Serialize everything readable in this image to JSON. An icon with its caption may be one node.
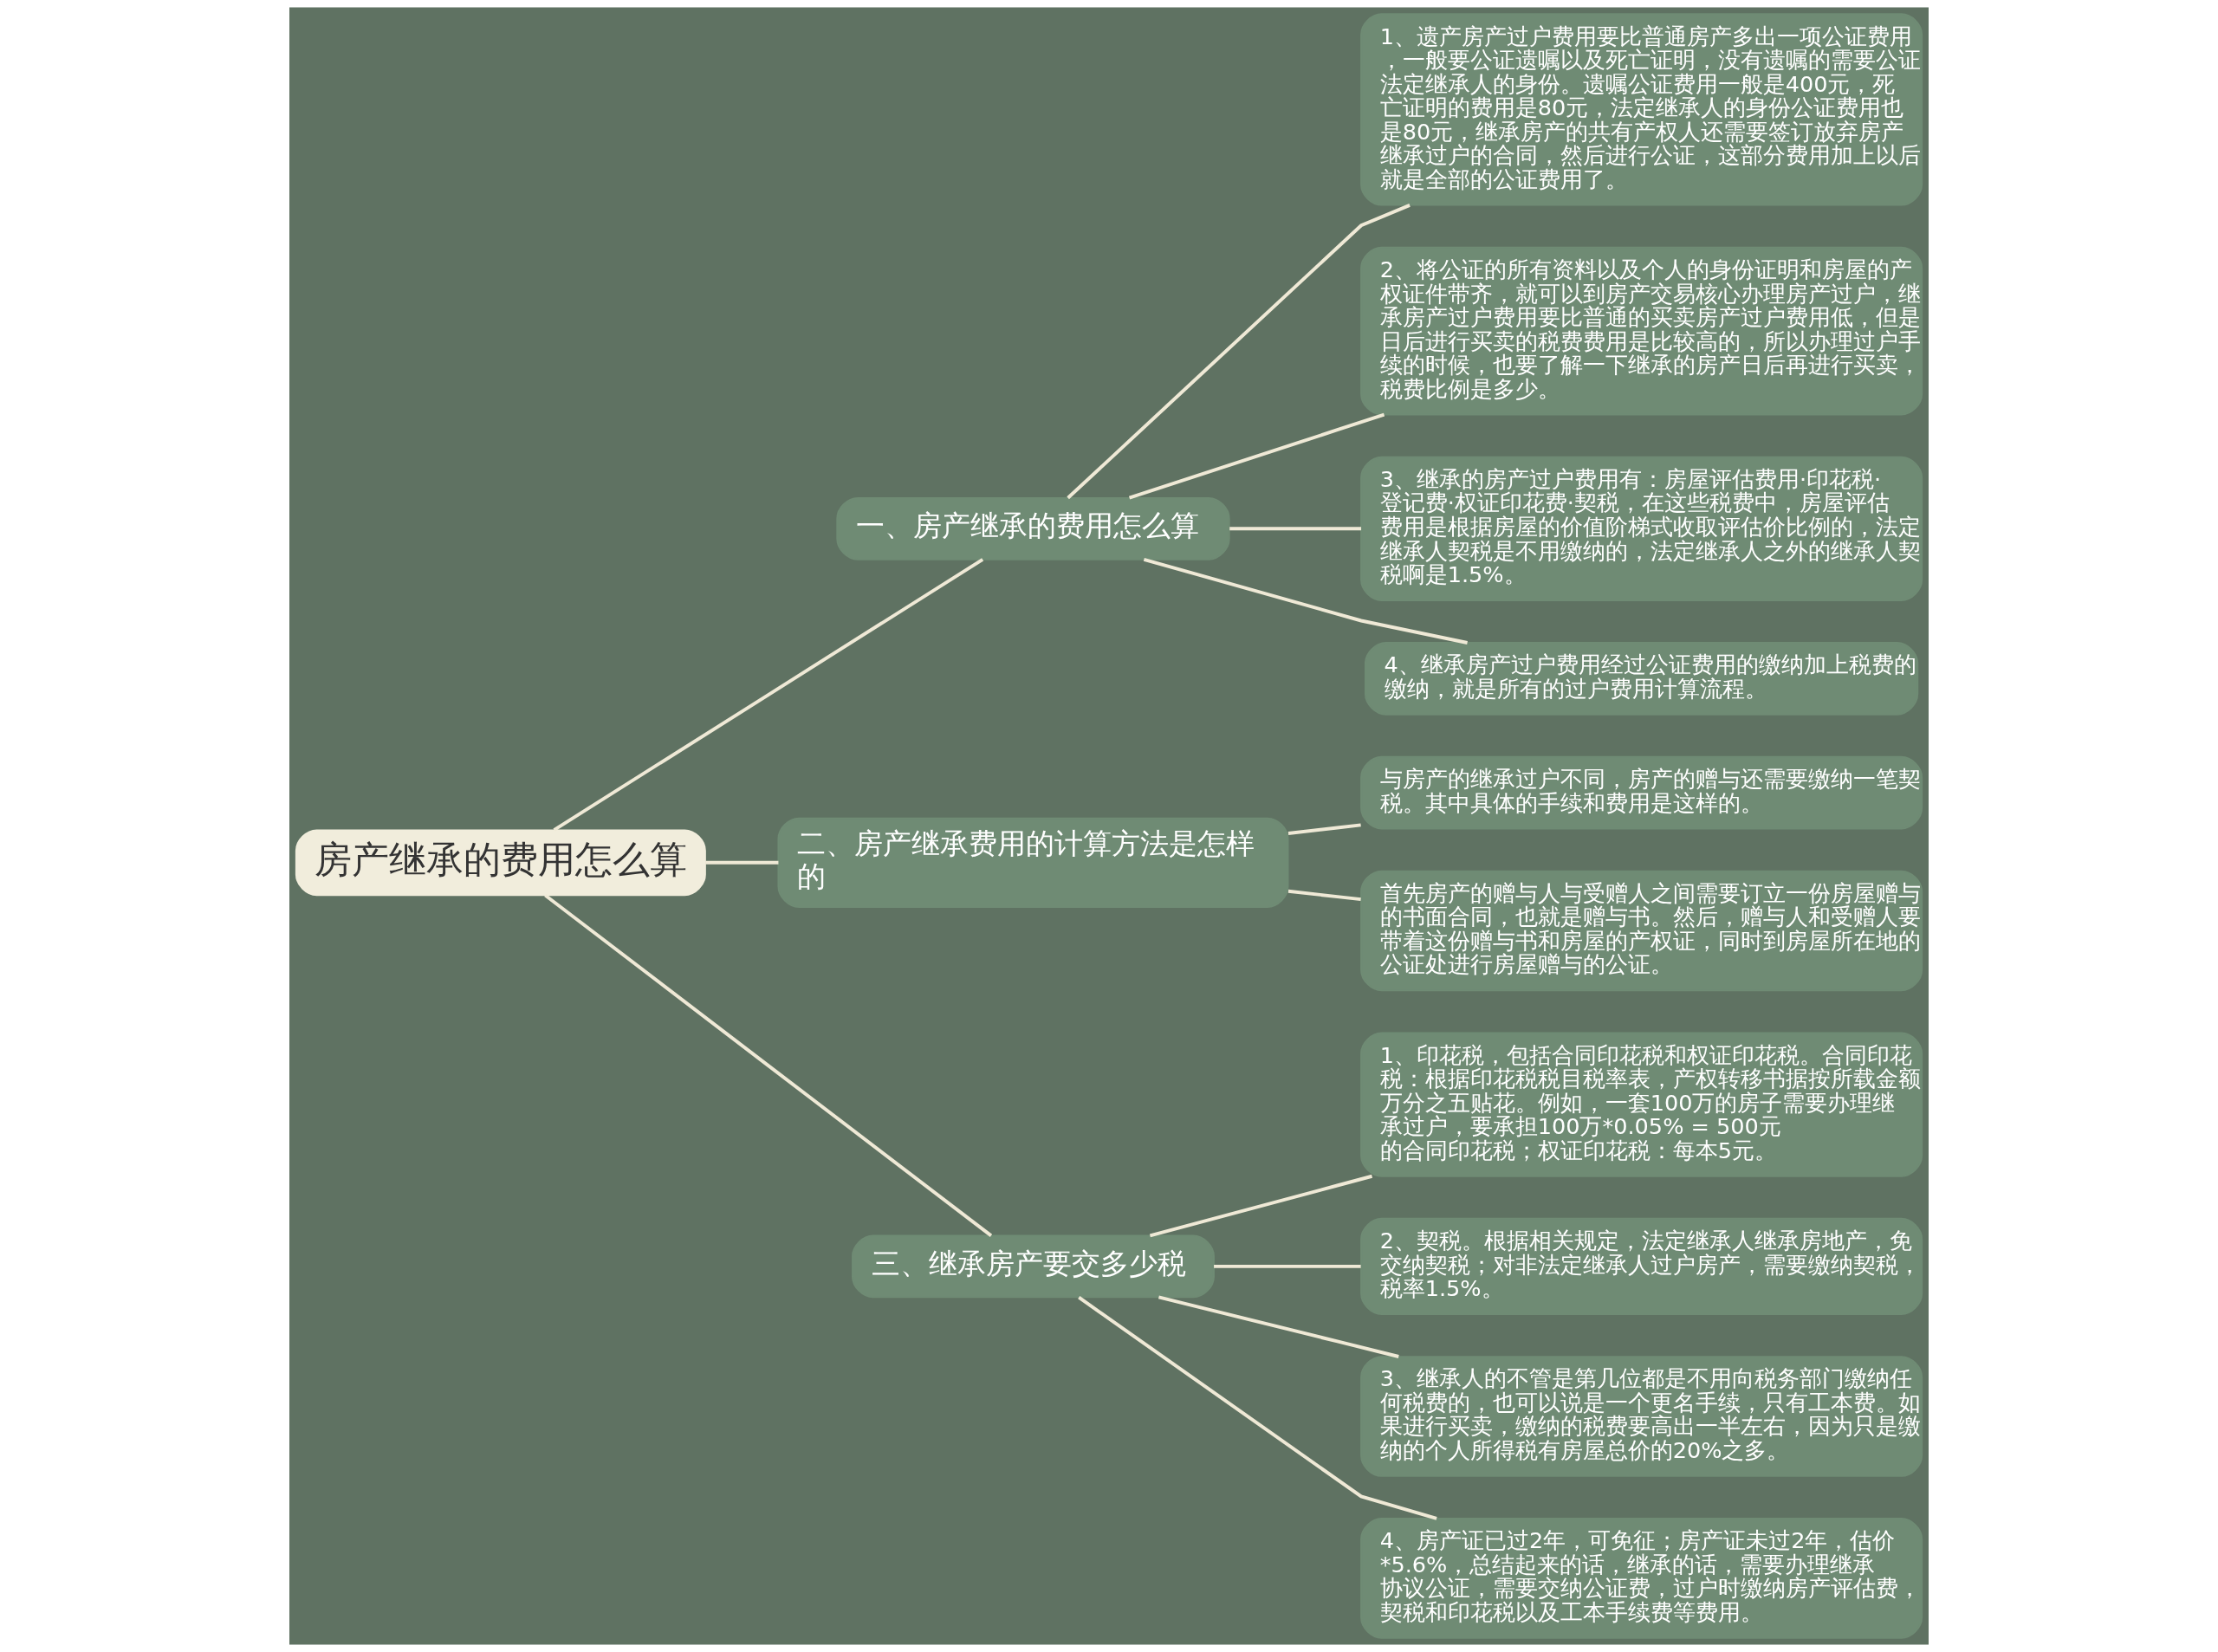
{
  "diagram": {
    "nodes": [
      {
        "text": [
          "房产继承的费用怎么算"
        ]
      },
      {
        "text": [
          "一、房产继承的费用怎么算"
        ]
      },
      {
        "text": [
          "1、遗产房产过户费用要比普通房产多出一项公证费用，一般要公证遗嘱以及死亡证明，没有遗嘱的需要公证法定继承人的身份。遗嘱公证费用一般是400元，死亡证明的费用是80元，法定继承人的身份公证费用也是80元，继承房产的共有产权人还需要签订放弃房产继承过户的合同，然后进行公证，这部分费用加上以后就是全部的公证费用了。"
        ]
      },
      {
        "text": [
          "2、将公证的所有资料以及个人的身份证明和房屋的产权证件带齐，就可以到房产交易核心办理房产过户，继承房产过户费用要比普通的买卖房产过户费用低，但是日后进行买卖的税费费用是比较高的，所以办理过户手续的时候，也要了解一下继承的房产日后再进行买卖，税费比例是多少。"
        ]
      },
      {
        "text": [
          "3、继承的房产过户费用有：房屋评估费用·印花税·登记费·权证印花费·契税，在这些税费中，房屋评估费用是根据房屋的价值阶梯式收取评估价比例的，法定继承人契税是不用缴纳的，法定继承人之外的继承人契税啊是1.5%。"
        ]
      },
      {
        "text": [
          "4、继承房产过户费用经过公证费用的缴纳加上税费的缴纳，就是所有的过户费用计算流程。"
        ]
      },
      {
        "text": [
          "二、房产继承费用的计算方法是怎样的"
        ]
      },
      {
        "text": [
          "与房产的继承过户不同，房产的赠与还需要缴纳一笔契税。其中具体的手续和费用是这样的。"
        ]
      },
      {
        "text": [
          "首先房产的赠与人与受赠人之间需要订立一份房屋赠与的书面合同，也就是赠与书。然后，赠与人和受赠人要带着这份赠与书和房屋的产权证，同时到房屋所在地的公证处进行房屋赠与的公证。"
        ]
      },
      {
        "text": [
          "三、继承房产要交多少税"
        ]
      },
      {
        "text": [
          "1、印花税，包括合同印花税和权证印花税。合同印花税：根据印花税税目税率表，产权转移书据按所载金额万分之五贴花。例如，一套100万的房子需要办理继承过户，要承担100万*0.05% = 500元的合同印花税；权证印花税：每本5元。"
        ]
      },
      {
        "text": [
          "2、契税。根据相关规定，法定继承人继承房地产，免交纳契税；对非法定继承人过户房产，需要缴纳契税，税率1.5%。"
        ]
      },
      {
        "text": [
          "3、继承人的不管是第几位都是不用向税务部门缴纳任何税费的，也可以说是一个更名手续，只有工本费。如果进行买卖，缴纳的税费要高出一半左右，因为只是缴纳的个人所得税有房屋总价的20%之多。"
        ]
      },
      {
        "text": [
          "4、房产证已过2年，可免征；房产证未过2年，估价*5.6%，总结起来的话，继承的话，需要办理继承协议公证，需要交纳公证费，过户时缴纳房产评估费，契税和印花税以及工本手续费等费用。"
        ]
      }
    ],
    "edges": [
      {
        "from": 0,
        "to": 1,
        "arrow": "none"
      },
      {
        "from": 1,
        "to": 2,
        "arrow": "none"
      },
      {
        "from": 1,
        "to": 3,
        "arrow": "none"
      },
      {
        "from": 1,
        "to": 4,
        "arrow": "none"
      },
      {
        "from": 1,
        "to": 5,
        "arrow": "none"
      },
      {
        "from": 0,
        "to": 6,
        "arrow": "none"
      },
      {
        "from": 6,
        "to": 7,
        "arrow": "none"
      },
      {
        "from": 6,
        "to": 8,
        "arrow": "none"
      },
      {
        "from": 0,
        "to": 9,
        "arrow": "none"
      },
      {
        "from": 9,
        "to": 10,
        "arrow": "none"
      },
      {
        "from": 9,
        "to": 11,
        "arrow": "none"
      },
      {
        "from": 9,
        "to": 12,
        "arrow": "none"
      },
      {
        "from": 9,
        "to": 13,
        "arrow": "none"
      }
    ]
  }
}
